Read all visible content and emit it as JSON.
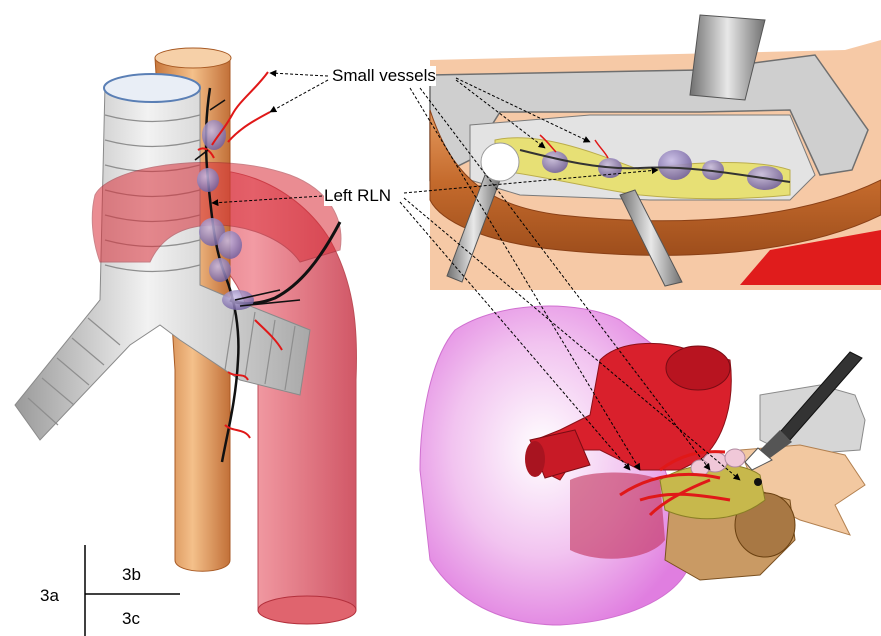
{
  "labels": {
    "small_vessels": "Small vessels",
    "left_rln": "Left RLN"
  },
  "panel_labels": {
    "a": "3a",
    "b": "3b",
    "c": "3c"
  },
  "colors": {
    "aorta_red": "#d9303a",
    "aorta_translucent": "#e0646e",
    "esophagus_orange": "#e7a46c",
    "trachea_gray": "#c9c9c9",
    "lymph_node_purple": "#8a7bb0",
    "vessel_red": "#e01818",
    "nerve_black": "#111111",
    "fat_yellow": "#e8e06a",
    "pink_tissue": "#e79ae6"
  }
}
